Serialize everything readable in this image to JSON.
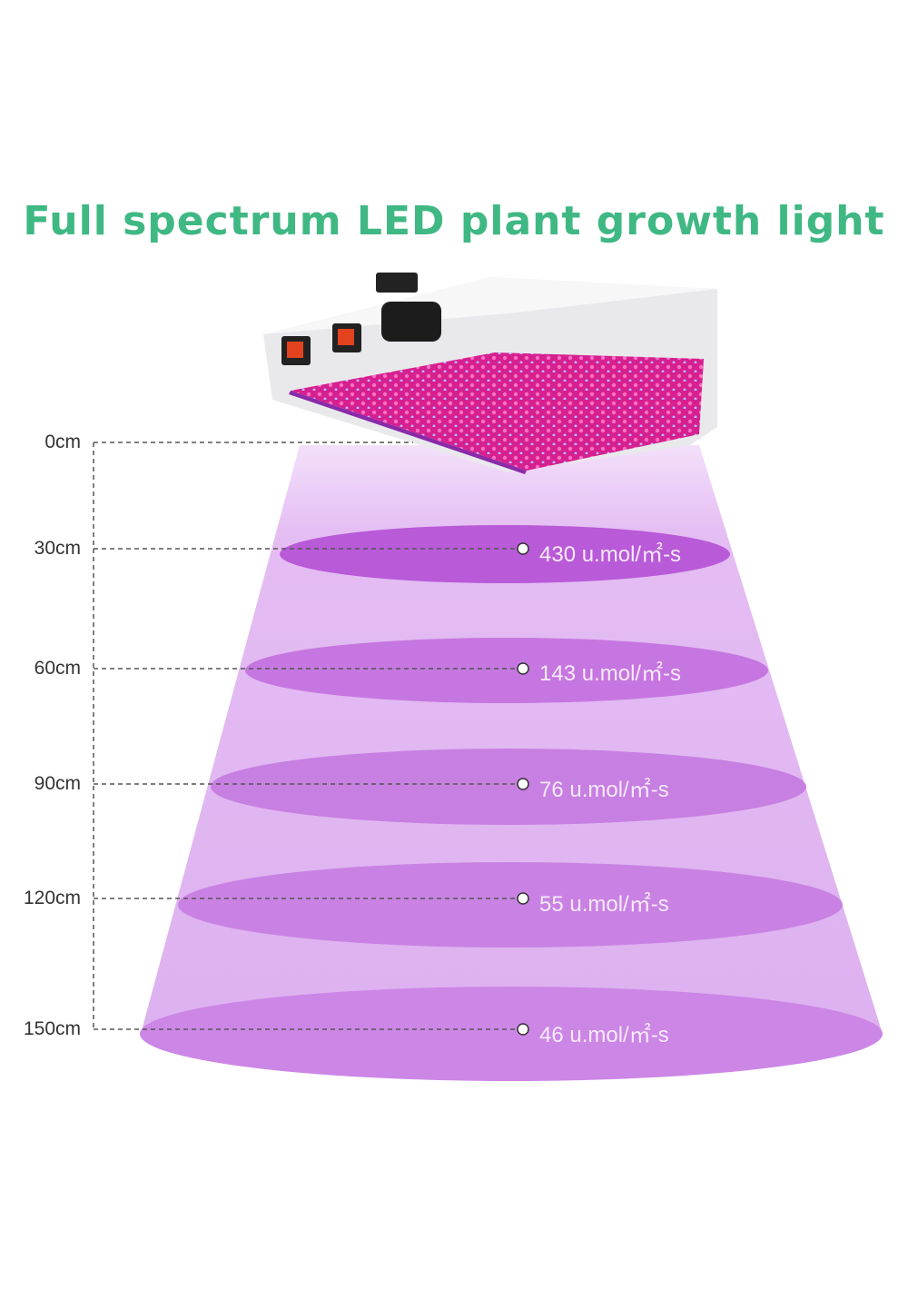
{
  "title": "Full spectrum LED plant growth light",
  "levels": [
    {
      "distance": "0cm",
      "value": ""
    },
    {
      "distance": "30cm",
      "value": "430 u.mol/㎡-s"
    },
    {
      "distance": "60cm",
      "value": "143 u.mol/㎡-s"
    },
    {
      "distance": "90cm",
      "value": "76 u.mol/㎡-s"
    },
    {
      "distance": "120cm",
      "value": "55 u.mol/㎡-s"
    },
    {
      "distance": "150cm",
      "value": "46 u.mol/㎡-s"
    }
  ],
  "colors": {
    "title": "#3fb883",
    "beam": "#e4bdf3",
    "ring": "#c77fe2",
    "ring_top": "#b95ad8"
  }
}
